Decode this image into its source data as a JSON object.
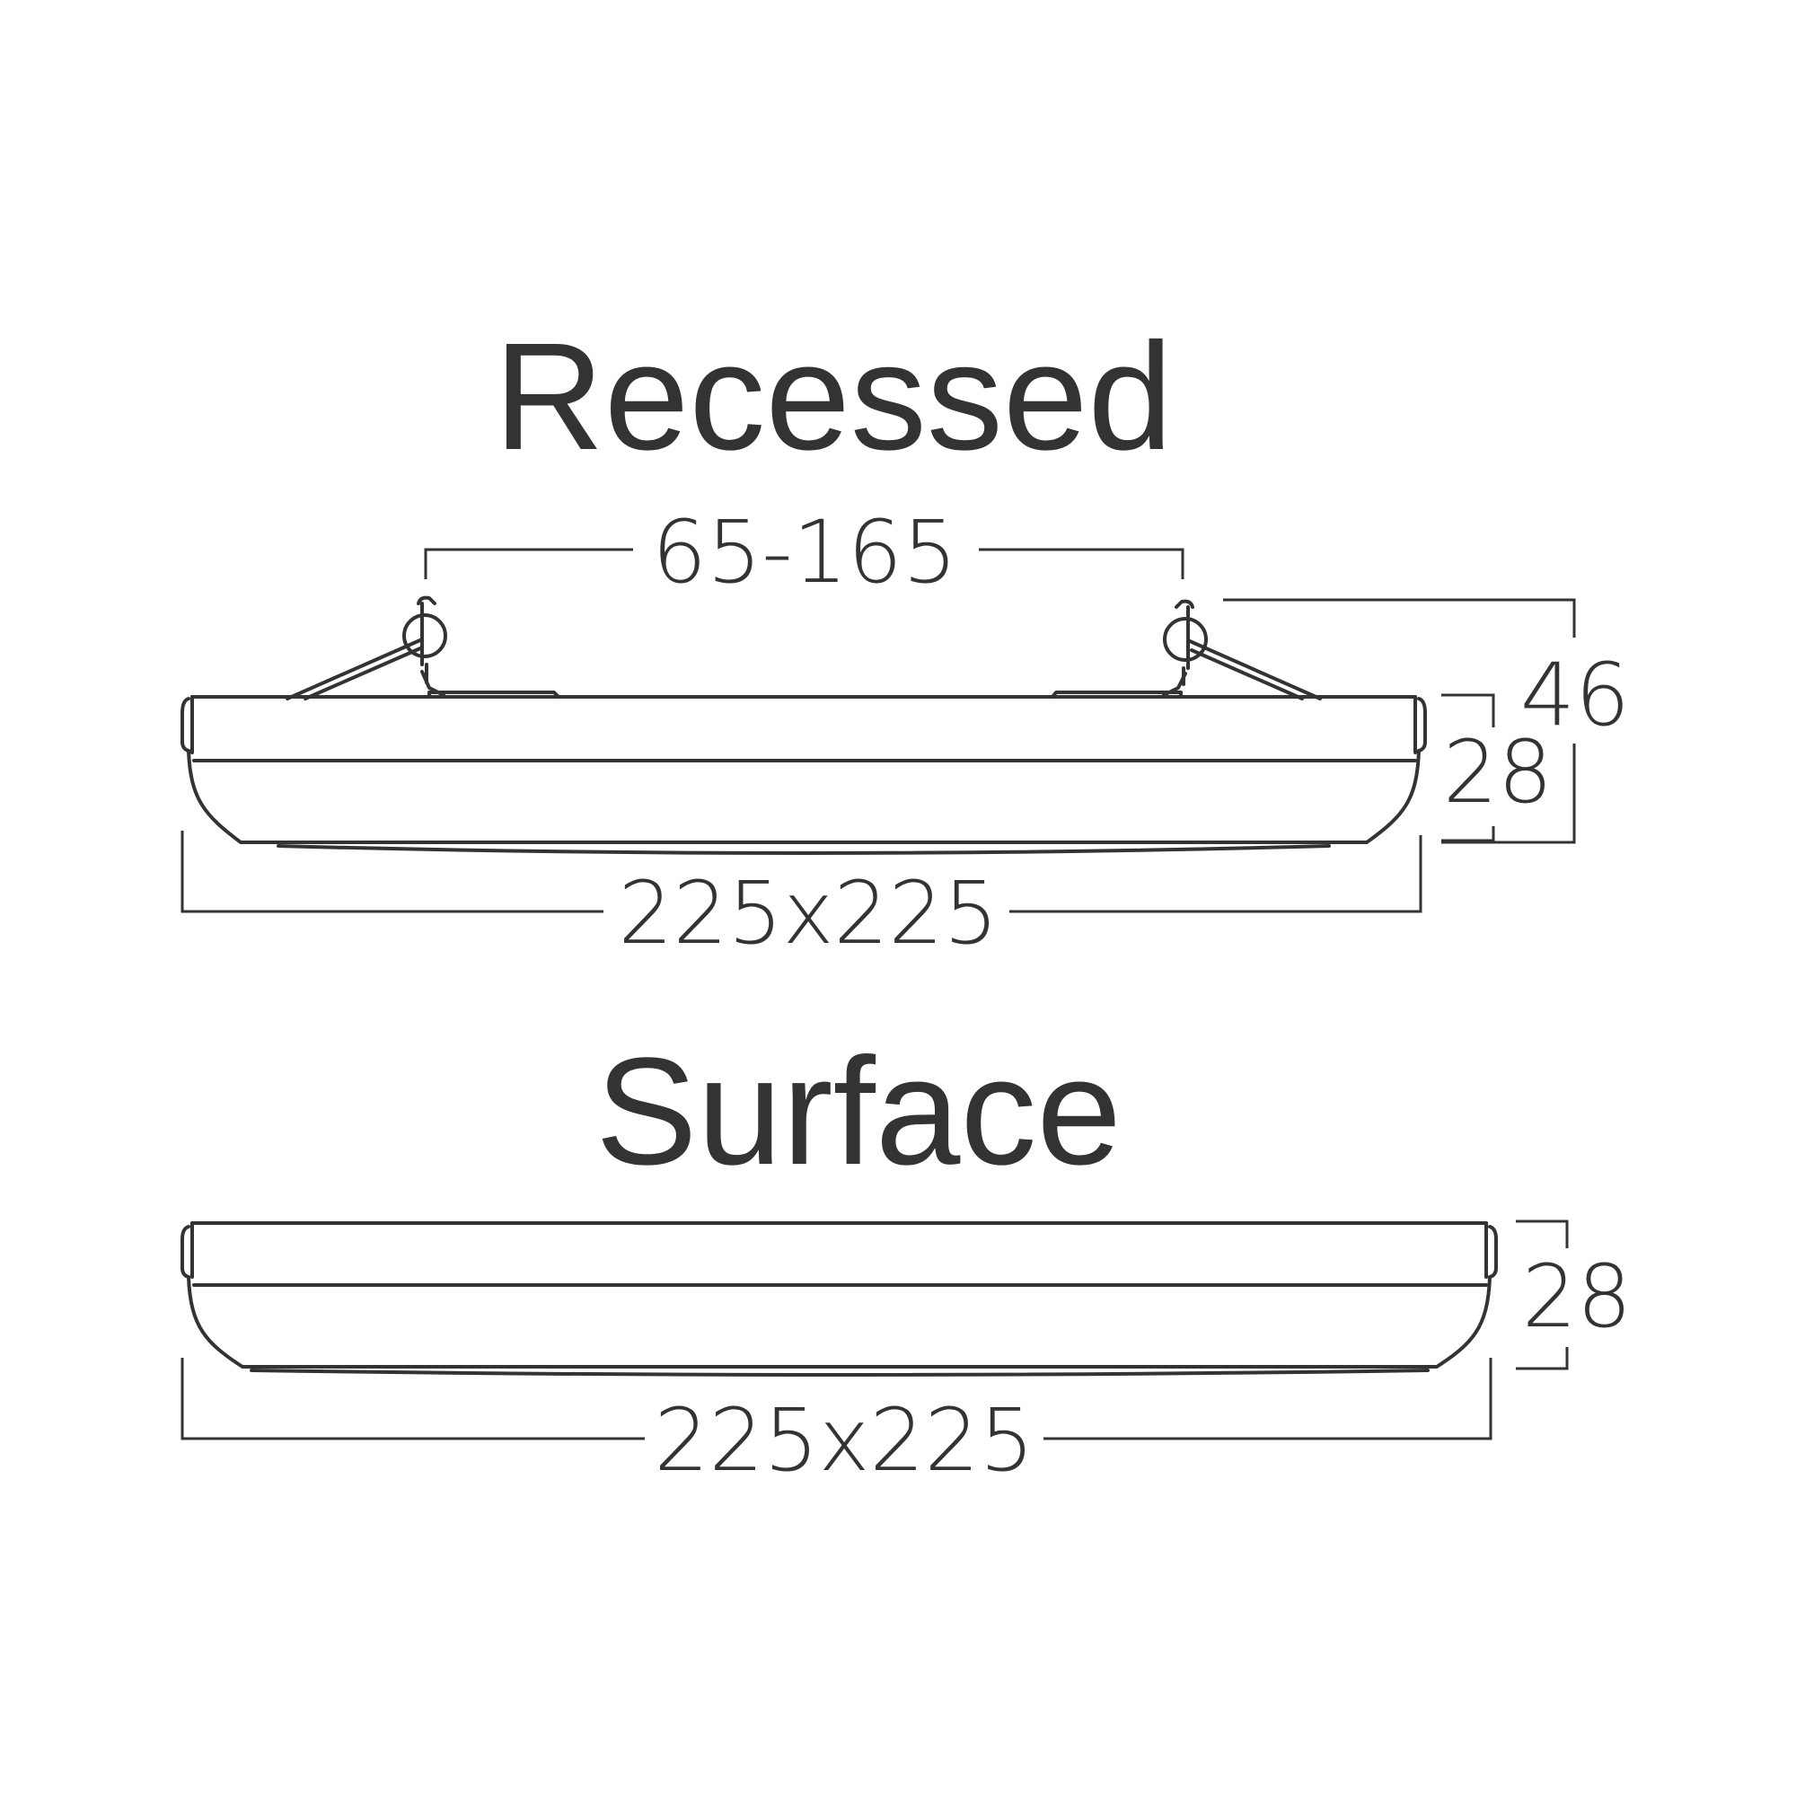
{
  "recessed": {
    "title": "Recessed",
    "dim_cutout": "65-165",
    "dim_total_height": "46",
    "dim_body_height": "28",
    "dim_size": "225x225"
  },
  "surface": {
    "title": "Surface",
    "dim_body_height": "28",
    "dim_size": "225x225"
  },
  "colors": {
    "line": "#333333",
    "background": "#ffffff"
  }
}
